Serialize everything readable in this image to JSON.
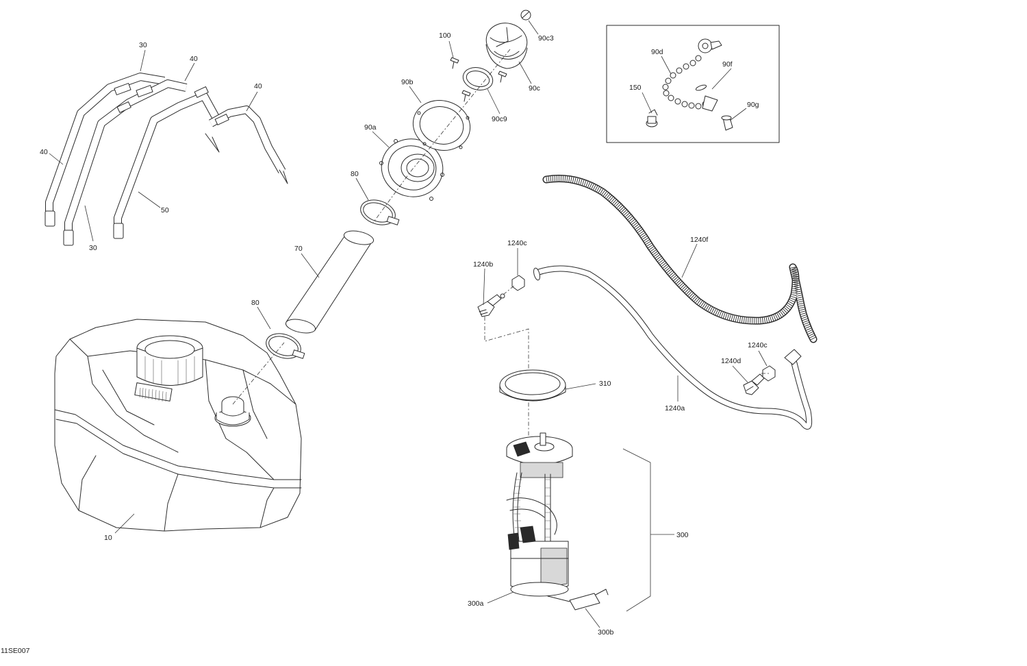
{
  "diagram_code": "11SE007",
  "callouts": {
    "c10": "10",
    "c30a": "30",
    "c30b": "30",
    "c40a": "40",
    "c40b": "40",
    "c40c": "40",
    "c50": "50",
    "c70": "70",
    "c80a": "80",
    "c80b": "80",
    "c90a": "90a",
    "c90b": "90b",
    "c90c": "90c",
    "c90c3": "90c3",
    "c90c9": "90c9",
    "c90d": "90d",
    "c90f": "90f",
    "c90g": "90g",
    "c100": "100",
    "c150": "150",
    "c300": "300",
    "c300a": "300a",
    "c300b": "300b",
    "c310": "310",
    "c1240a": "1240a",
    "c1240b": "1240b",
    "c1240c_top": "1240c",
    "c1240c_right": "1240c",
    "c1240d": "1240d",
    "c1240f": "1240f"
  },
  "colors": {
    "line": "#2a2a2a",
    "background": "#ffffff"
  }
}
